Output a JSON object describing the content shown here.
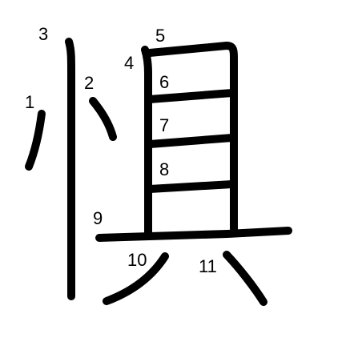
{
  "diagram": {
    "stroke_color": "#000000",
    "label_color": "#000000",
    "background": "#ffffff",
    "labels": [
      "1",
      "2",
      "3",
      "4",
      "5",
      "6",
      "7",
      "8",
      "9",
      "10",
      "11"
    ]
  }
}
